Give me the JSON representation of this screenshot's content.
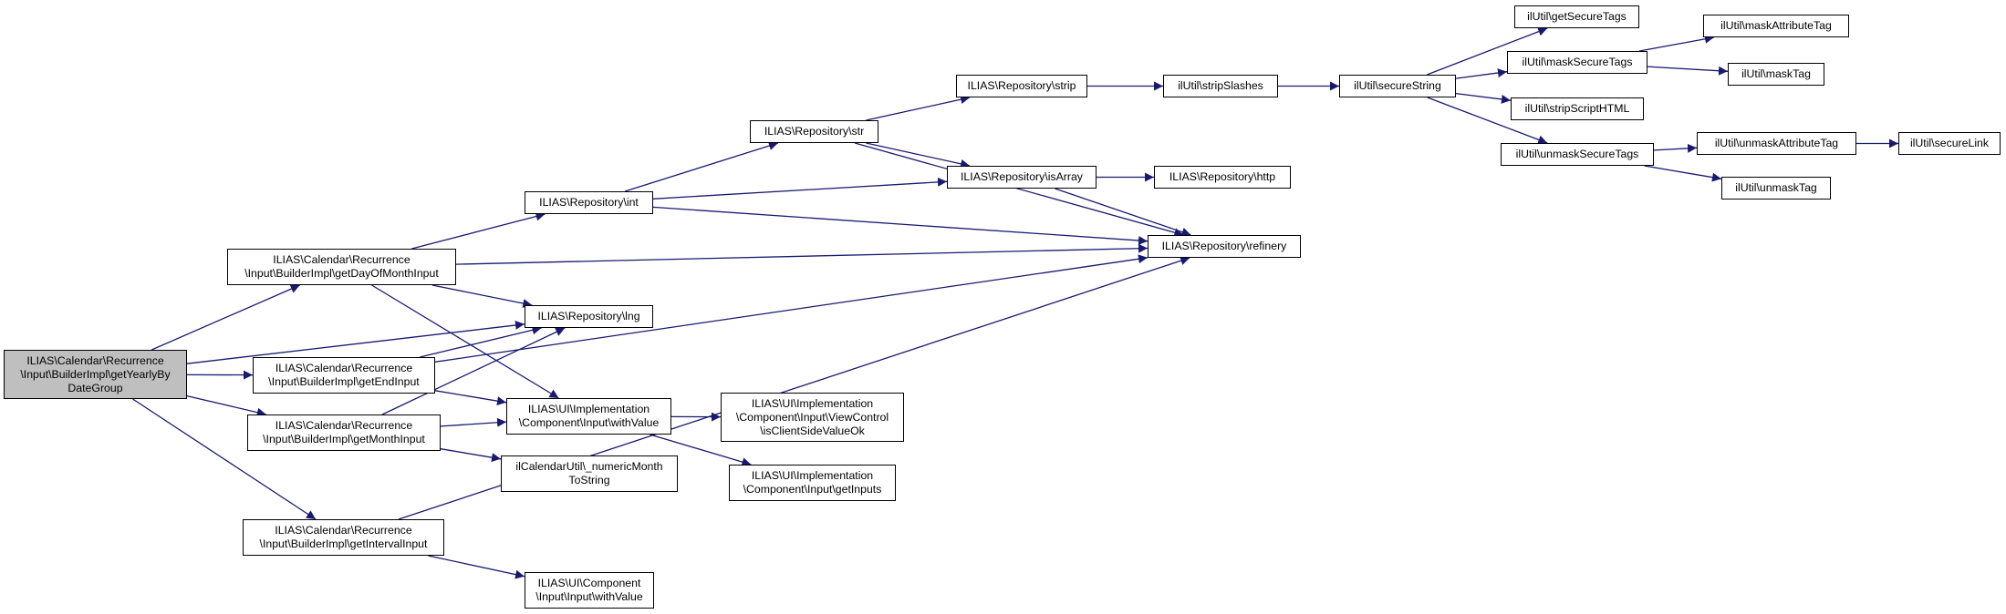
{
  "colors": {
    "edge": "#191970",
    "node_border": "#000000",
    "start_fill": "#bfbfbf",
    "node_fill": "#ffffff"
  },
  "nodes": {
    "getYearlyByDateGroup": "ILIAS\\Calendar\\Recurrence\n\\Input\\BuilderImpl\\getYearlyBy\nDateGroup",
    "getDayOfMonthInput": "ILIAS\\Calendar\\Recurrence\n\\Input\\BuilderImpl\\getDayOfMonthInput",
    "getEndInput": "ILIAS\\Calendar\\Recurrence\n\\Input\\BuilderImpl\\getEndInput",
    "getMonthInput": "ILIAS\\Calendar\\Recurrence\n\\Input\\BuilderImpl\\getMonthInput",
    "getIntervalInput": "ILIAS\\Calendar\\Recurrence\n\\Input\\BuilderImpl\\getIntervalInput",
    "repoInt": "ILIAS\\Repository\\int",
    "repoLng": "ILIAS\\Repository\\lng",
    "implWithValue": "ILIAS\\UI\\Implementation\n\\Component\\Input\\withValue",
    "numericMonth": "ilCalendarUtil\\_numericMonth\nToString",
    "compWithValue": "ILIAS\\UI\\Component\n\\Input\\Input\\withValue",
    "repoStr": "ILIAS\\Repository\\str",
    "repoIsArray": "ILIAS\\Repository\\isArray",
    "repoRefinery": "ILIAS\\Repository\\refinery",
    "isClientSideValueOk": "ILIAS\\UI\\Implementation\n\\Component\\Input\\ViewControl\n\\isClientSideValueOk",
    "getInputs": "ILIAS\\UI\\Implementation\n\\Component\\Input\\getInputs",
    "repoStrip": "ILIAS\\Repository\\strip",
    "stripSlashes": "ilUtil\\stripSlashes",
    "repoHttp": "ILIAS\\Repository\\http",
    "secureString": "ilUtil\\secureString",
    "getSecureTags": "ilUtil\\getSecureTags",
    "maskSecureTags": "ilUtil\\maskSecureTags",
    "stripScriptHTML": "ilUtil\\stripScriptHTML",
    "unmaskSecureTags": "ilUtil\\unmaskSecureTags",
    "maskAttributeTag": "ilUtil\\maskAttributeTag",
    "maskTag": "ilUtil\\maskTag",
    "unmaskAttributeTag": "ilUtil\\unmaskAttributeTag",
    "unmaskTag": "ilUtil\\unmaskTag",
    "secureLink": "ilUtil\\secureLink"
  },
  "edges": [
    [
      "getYearlyByDateGroup",
      "getDayOfMonthInput"
    ],
    [
      "getYearlyByDateGroup",
      "repoLng"
    ],
    [
      "getYearlyByDateGroup",
      "getEndInput"
    ],
    [
      "getYearlyByDateGroup",
      "getMonthInput"
    ],
    [
      "getYearlyByDateGroup",
      "getIntervalInput"
    ],
    [
      "getDayOfMonthInput",
      "repoInt"
    ],
    [
      "getDayOfMonthInput",
      "repoRefinery"
    ],
    [
      "getDayOfMonthInput",
      "repoLng"
    ],
    [
      "getDayOfMonthInput",
      "implWithValue"
    ],
    [
      "getEndInput",
      "repoLng"
    ],
    [
      "getEndInput",
      "repoRefinery"
    ],
    [
      "getEndInput",
      "implWithValue"
    ],
    [
      "getMonthInput",
      "repoLng"
    ],
    [
      "getMonthInput",
      "implWithValue"
    ],
    [
      "getMonthInput",
      "numericMonth"
    ],
    [
      "getIntervalInput",
      "repoRefinery"
    ],
    [
      "getIntervalInput",
      "compWithValue"
    ],
    [
      "repoInt",
      "repoStr"
    ],
    [
      "repoInt",
      "repoIsArray"
    ],
    [
      "repoInt",
      "repoRefinery"
    ],
    [
      "repoStr",
      "repoStrip"
    ],
    [
      "repoStr",
      "repoIsArray"
    ],
    [
      "repoStr",
      "repoRefinery"
    ],
    [
      "repoIsArray",
      "repoHttp"
    ],
    [
      "repoIsArray",
      "repoRefinery"
    ],
    [
      "repoStrip",
      "stripSlashes"
    ],
    [
      "stripSlashes",
      "secureString"
    ],
    [
      "secureString",
      "getSecureTags"
    ],
    [
      "secureString",
      "maskSecureTags"
    ],
    [
      "secureString",
      "stripScriptHTML"
    ],
    [
      "secureString",
      "unmaskSecureTags"
    ],
    [
      "maskSecureTags",
      "maskAttributeTag"
    ],
    [
      "maskSecureTags",
      "maskTag"
    ],
    [
      "unmaskSecureTags",
      "unmaskAttributeTag"
    ],
    [
      "unmaskSecureTags",
      "unmaskTag"
    ],
    [
      "unmaskAttributeTag",
      "secureLink"
    ],
    [
      "implWithValue",
      "isClientSideValueOk"
    ],
    [
      "implWithValue",
      "getInputs"
    ]
  ]
}
